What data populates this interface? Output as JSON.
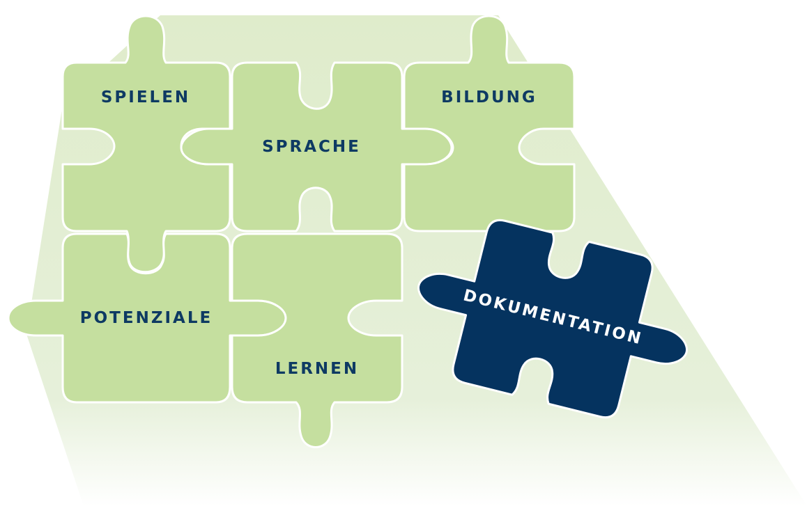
{
  "colors": {
    "piece_fill": "#c5df9f",
    "label_dark": "#0e3a63",
    "highlight_fill": "#05335f",
    "highlight_label": "#ffffff",
    "shadow_fill": "#e4efd5",
    "background": "#ffffff"
  },
  "pieces": [
    {
      "id": "spielen",
      "label": "SPIELEN"
    },
    {
      "id": "sprache",
      "label": "SPRACHE"
    },
    {
      "id": "bildung",
      "label": "BILDUNG"
    },
    {
      "id": "potenziale",
      "label": "POTENZIALE"
    },
    {
      "id": "lernen",
      "label": "LERNEN"
    },
    {
      "id": "dokumentation",
      "label": "DOKUMENTATION",
      "highlighted": true
    }
  ]
}
